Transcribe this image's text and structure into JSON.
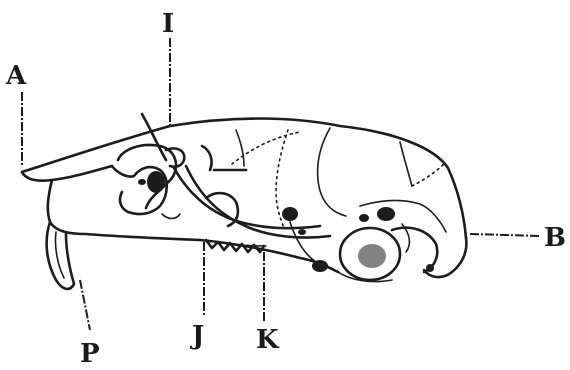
{
  "labels": {
    "A": "A",
    "B": "B",
    "I": "I",
    "J": "J",
    "K": "K",
    "P": "P"
  },
  "colors": {
    "ink": "#1c1c1c",
    "paper": "#fefefe"
  }
}
